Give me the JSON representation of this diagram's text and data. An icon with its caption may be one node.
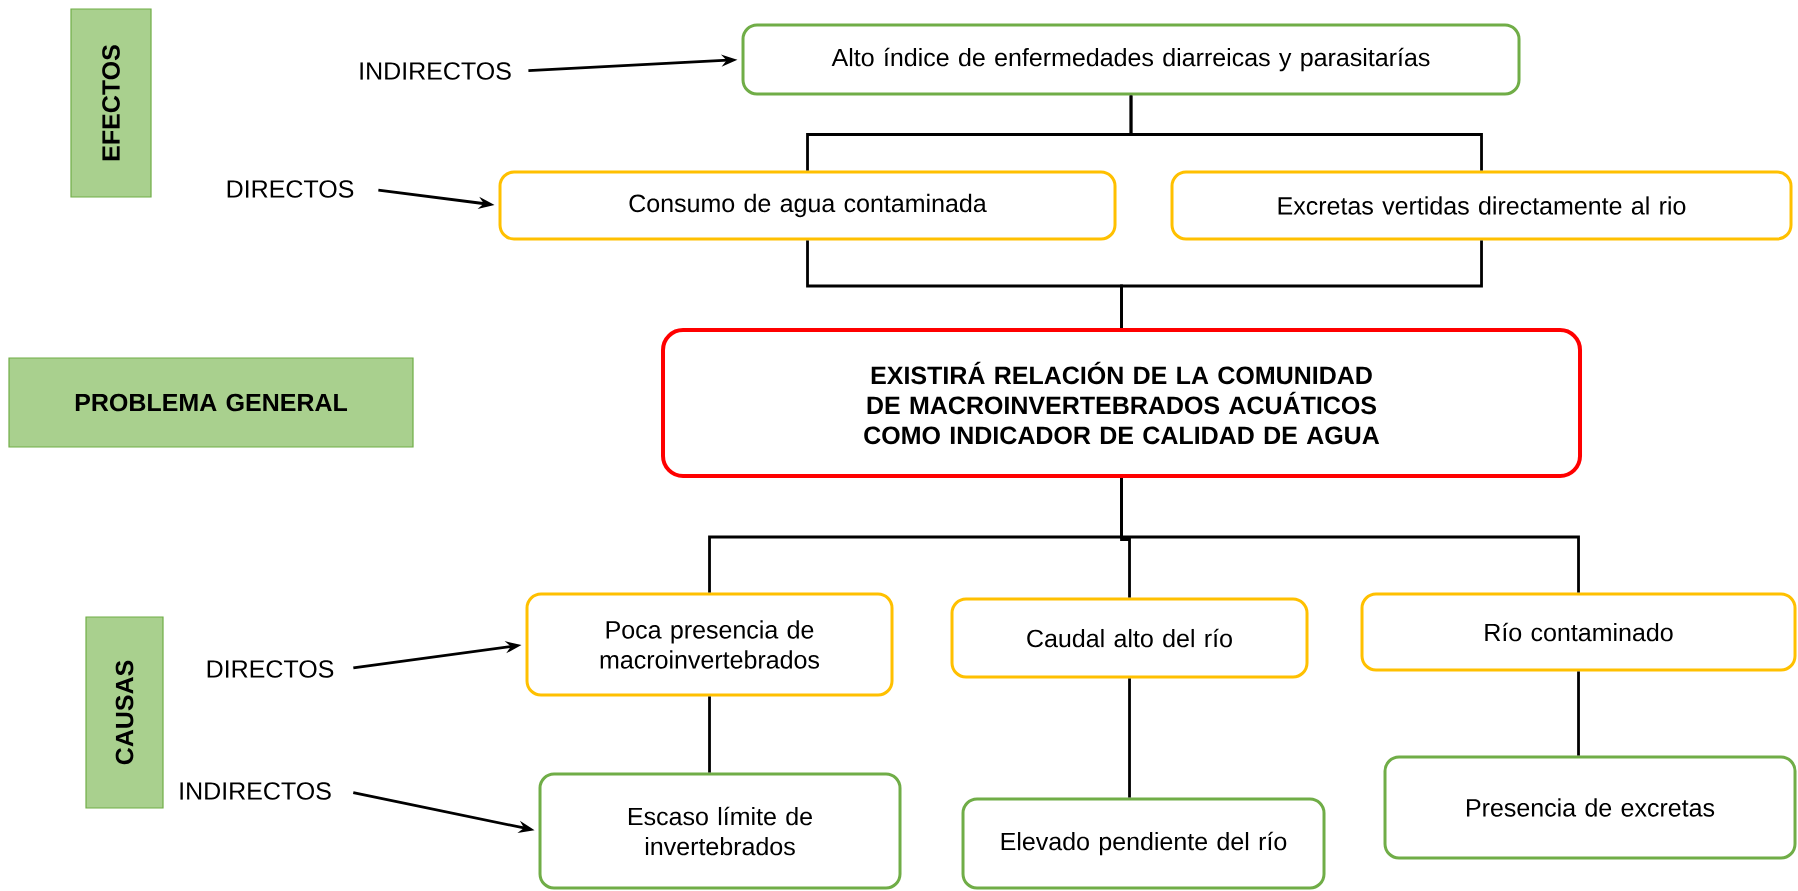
{
  "diagram": {
    "nodes": [
      {
        "text": [
          "EFECTOS"
        ]
      },
      {
        "text": [
          "INDIRECTOS"
        ]
      },
      {
        "text": [
          "Alto índice de enfermedades diarreicas y parasitarías"
        ]
      },
      {
        "text": [
          "DIRECTOS"
        ]
      },
      {
        "text": [
          "Consumo de agua contaminada"
        ]
      },
      {
        "text": [
          "Excretas vertidas directamente al rio"
        ]
      },
      {
        "text": [
          "PROBLEMA GENERAL"
        ]
      },
      {
        "text": [
          "EXISTIRÁ RELACIÓN DE LA COMUNIDAD DE MACROINVERTEBRADOS ACUÁTICOS COMO INDICADOR DE CALIDAD DE AGUA"
        ]
      },
      {
        "text": [
          "CAUSAS"
        ]
      },
      {
        "text": [
          "DIRECTOS"
        ]
      },
      {
        "text": [
          "Poca presencia de macroinvertebrados"
        ]
      },
      {
        "text": [
          "Caudal alto del río"
        ]
      },
      {
        "text": [
          "Río contaminado"
        ]
      },
      {
        "text": [
          "INDIRECTOS"
        ]
      },
      {
        "text": [
          "Escaso límite de invertebrados"
        ]
      },
      {
        "text": [
          "Elevado pendiente del río"
        ]
      },
      {
        "text": [
          "Presencia de excretas"
        ]
      }
    ],
    "edges": [
      {
        "from": 1,
        "to": 2,
        "arrow": "to"
      },
      {
        "from": 3,
        "to": 4,
        "arrow": "to"
      },
      {
        "from": 2,
        "to": 4,
        "arrow": "none"
      },
      {
        "from": 2,
        "to": 5,
        "arrow": "none"
      },
      {
        "from": 4,
        "to": 7,
        "arrow": "none"
      },
      {
        "from": 5,
        "to": 7,
        "arrow": "none"
      },
      {
        "from": 7,
        "to": 10,
        "arrow": "none"
      },
      {
        "from": 7,
        "to": 11,
        "arrow": "none"
      },
      {
        "from": 7,
        "to": 12,
        "arrow": "none"
      },
      {
        "from": 9,
        "to": 10,
        "arrow": "to"
      },
      {
        "from": 13,
        "to": 14,
        "arrow": "to"
      },
      {
        "from": 10,
        "to": 14,
        "arrow": "none"
      },
      {
        "from": 11,
        "to": 15,
        "arrow": "none"
      },
      {
        "from": 12,
        "to": 16,
        "arrow": "none"
      }
    ]
  }
}
